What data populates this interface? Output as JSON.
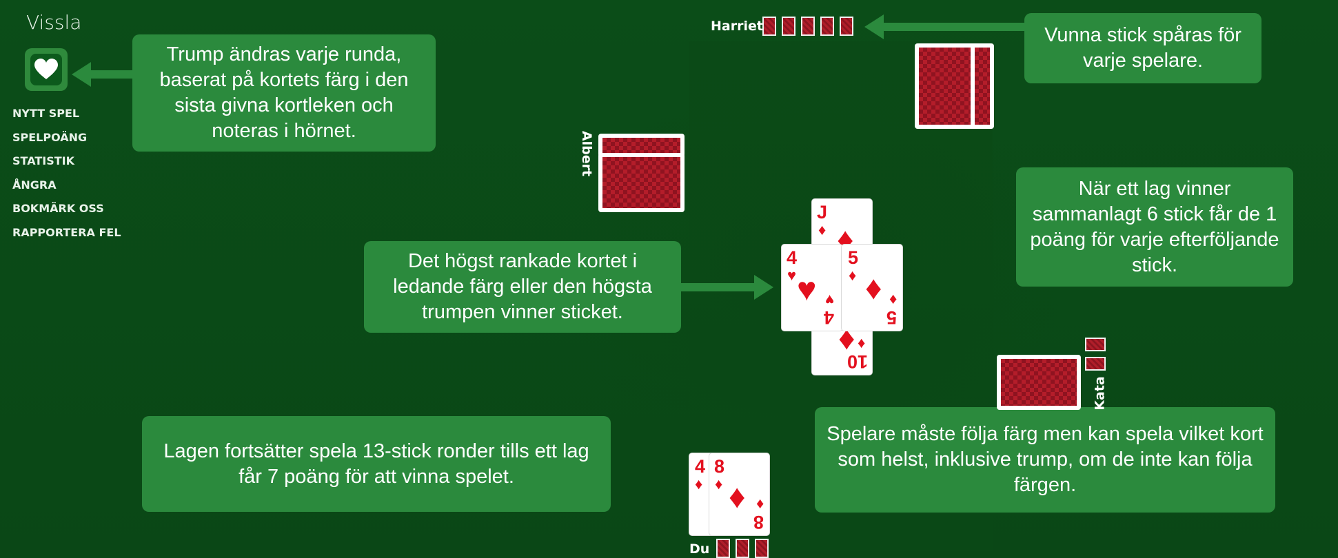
{
  "app": {
    "title": "Vissla",
    "trump_suit_icon": "heart-icon"
  },
  "menu": [
    "NYTT SPEL",
    "SPELPOÄNG",
    "STATISTIK",
    "ÅNGRA",
    "BOKMÄRK OSS",
    "RAPPORTERA FEL"
  ],
  "tips": {
    "trump": "Trump ändras varje runda, baserat på kortets färg i den sista givna kortleken och noteras i hörnet.",
    "tricks": "Vunna stick spåras för varje spelare.",
    "points": "När ett lag vinner sammanlagt 6 stick får de 1 poäng för varje efterföljande stick.",
    "highest": "Det högst rankade kortet i ledande färg eller den högsta trumpen vinner sticket.",
    "rounds": "Lagen fortsätter spela 13-stick ronder tills ett lag får 7 poäng för att vinna spelet.",
    "follow": "Spelare måste följa färg men kan spela vilket kort som helst, inklusive trump, om de inte kan följa färgen."
  },
  "players": {
    "north": {
      "name": "Harriet",
      "tricks_won": 5
    },
    "west": {
      "name": "Albert",
      "tricks_won": 0
    },
    "east": {
      "name": "Kata",
      "tricks_won": 2
    },
    "south": {
      "name": "Du",
      "tricks_won": 3
    }
  },
  "trick": [
    {
      "player": "north",
      "rank": "J",
      "suit": "♦"
    },
    {
      "player": "west",
      "rank": "4",
      "suit": "♥"
    },
    {
      "player": "east",
      "rank": "5",
      "suit": "♦"
    },
    {
      "player": "south",
      "rank": "10",
      "suit": "♦"
    }
  ],
  "hand": [
    {
      "rank": "4",
      "suit": "♦"
    },
    {
      "rank": "8",
      "suit": "♦"
    }
  ],
  "colors": {
    "felt": "#0a4a16",
    "tip_bg": "#2b8a3d",
    "card_red": "#e3101e",
    "card_back": "#b41d2a"
  }
}
